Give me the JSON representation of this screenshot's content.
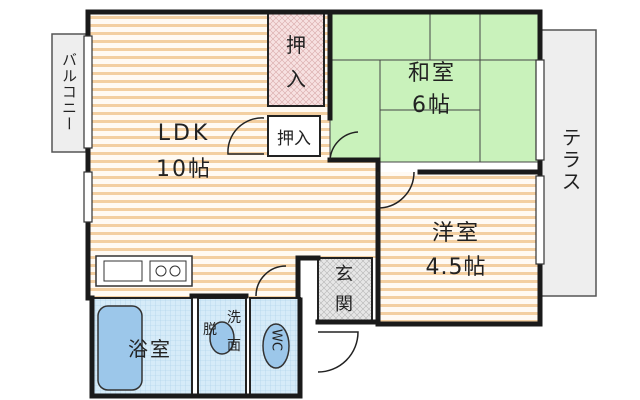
{
  "rooms": {
    "ldk_label": "LDK",
    "ldk_size": "10帖",
    "washitsu_label": "和室",
    "washitsu_size": "6帖",
    "yoshitsu_label": "洋室",
    "yoshitsu_size": "4.5帖",
    "oshiire_large": [
      "押",
      "入"
    ],
    "oshiire_small": "押入",
    "genkan": [
      "玄",
      "関"
    ],
    "bath": "浴室",
    "senmen_a": "洗",
    "senmen_b": "脱",
    "senmen_c": "面",
    "wc": "WC"
  },
  "exterior": {
    "balcony": "バルコニー",
    "terrace": "テラス"
  },
  "colors": {
    "wall": "#1a1a1a",
    "floor_stripe": "#f3cfa1",
    "tatami": "#c3f0b6",
    "closet": "#f4d7d7",
    "tile": "#d9d9d9",
    "wet_area": "#bfe0f4",
    "fixture": "#9cc7ea",
    "exterior": "#eeeeee"
  }
}
